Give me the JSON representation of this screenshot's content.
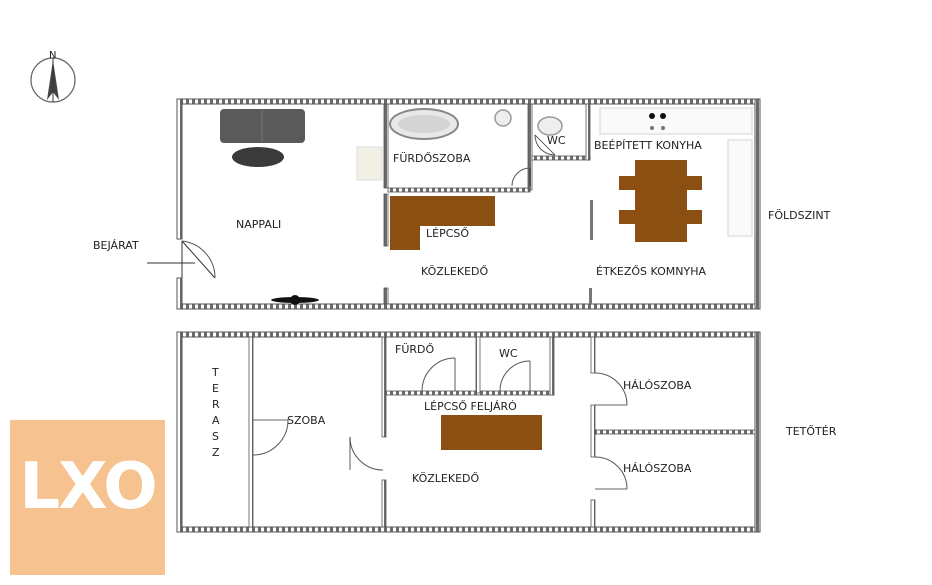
{
  "compass": {
    "north_label": "N"
  },
  "floors": {
    "ground": "FÖLDSZINT",
    "attic": "TETŐTÉR"
  },
  "labels": {
    "entrance": "BEJÁRAT",
    "living_room": "NAPPALI",
    "bathroom_ground": "FÜRDŐSZOBA",
    "wc_ground": "WC",
    "kitchen": "BEÉPÍTETT KONYHA",
    "stairs_ground": "LÉPCSŐ",
    "hallway_ground": "KÖZLEKEDŐ",
    "dining_kitchen": "ÉTKEZŐS KOMNYHA",
    "terrace_letters": [
      "T",
      "E",
      "R",
      "A",
      "S",
      "Z"
    ],
    "room": "SZOBA",
    "bathroom_attic": "FÜRDŐ",
    "wc_attic": "WC",
    "stairs_attic": "LÉPCSŐ FELJÁRÓ",
    "bedroom_1": "HÁLÓSZOBA",
    "bedroom_2": "HÁLÓSZOBA",
    "hallway_attic": "KÖZLEKEDŐ"
  },
  "logo": {
    "text": "LXO"
  },
  "colors": {
    "wall": "#555555",
    "wood": "#8b4f12",
    "sofa": "#5a5a5a",
    "logo_bg": "#f6c28f"
  }
}
